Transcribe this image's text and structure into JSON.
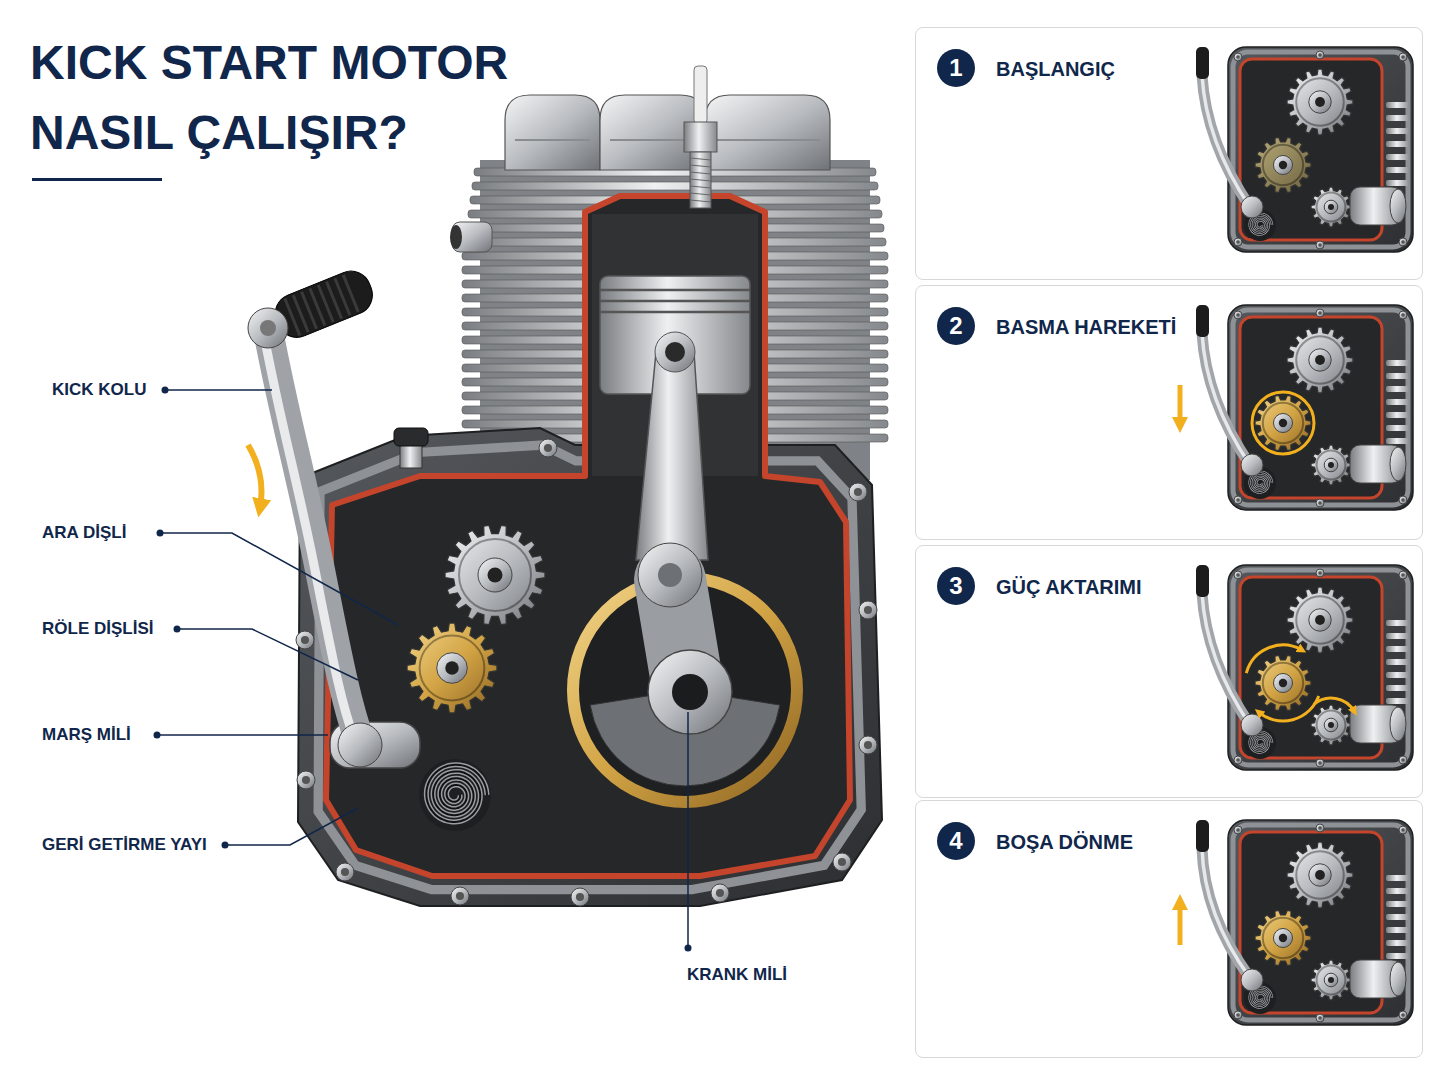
{
  "diagram": {
    "title": "KICK START MOTOR NASIL ÇALIŞIR?",
    "nodes": [
      {
        "text": [
          "BAŞLANGIÇ"
        ]
      },
      {
        "text": [
          "1"
        ],
        "in": 0
      },
      {
        "text": [
          "BASMA HAREKETİ"
        ]
      },
      {
        "text": [
          "2"
        ],
        "in": 2
      },
      {
        "text": [
          "GÜÇ AKTARIMI"
        ]
      },
      {
        "text": [
          "3"
        ],
        "in": 4
      },
      {
        "text": [
          "BOŞA DÖNME"
        ]
      },
      {
        "text": [
          "4"
        ],
        "in": 6
      }
    ],
    "labels": [
      "KICK KOLU",
      "ARA DİŞLİ",
      "RÖLE DİŞLİSİ",
      "MARŞ MİLİ",
      "GERİ GETİRME YAYI",
      "KRANK MİLİ"
    ]
  }
}
